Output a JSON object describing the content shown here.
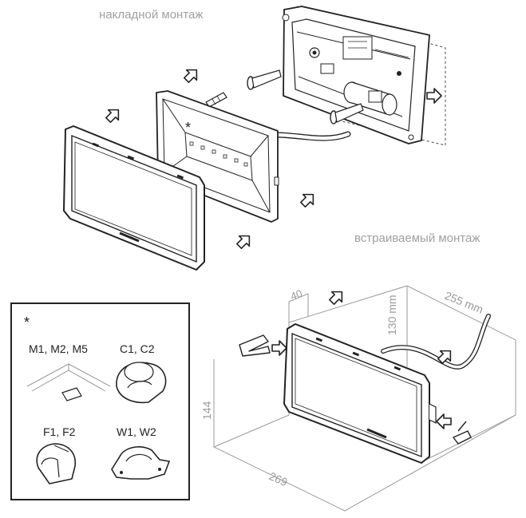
{
  "captions": {
    "surface_mount": "накладной монтаж",
    "recessed_mount": "встраиваемый монтаж"
  },
  "dimensions": {
    "depth": "40",
    "width_top": "255 mm",
    "height_right": "130 mm",
    "height_front": "144",
    "width_front": "269"
  },
  "legend": {
    "asterisk": "*",
    "items": [
      {
        "label": "M1, M2, M5",
        "icon": "ceiling-corner-mount-icon"
      },
      {
        "label": "C1, C2",
        "icon": "ceiling-mount-adapter-icon"
      },
      {
        "label": "F1, F2",
        "icon": "flag-mount-adapter-icon"
      },
      {
        "label": "W1, W2",
        "icon": "wall-mount-adapter-icon"
      }
    ]
  },
  "housing_asterisk": "*",
  "accent_color": "#3a3a3a"
}
